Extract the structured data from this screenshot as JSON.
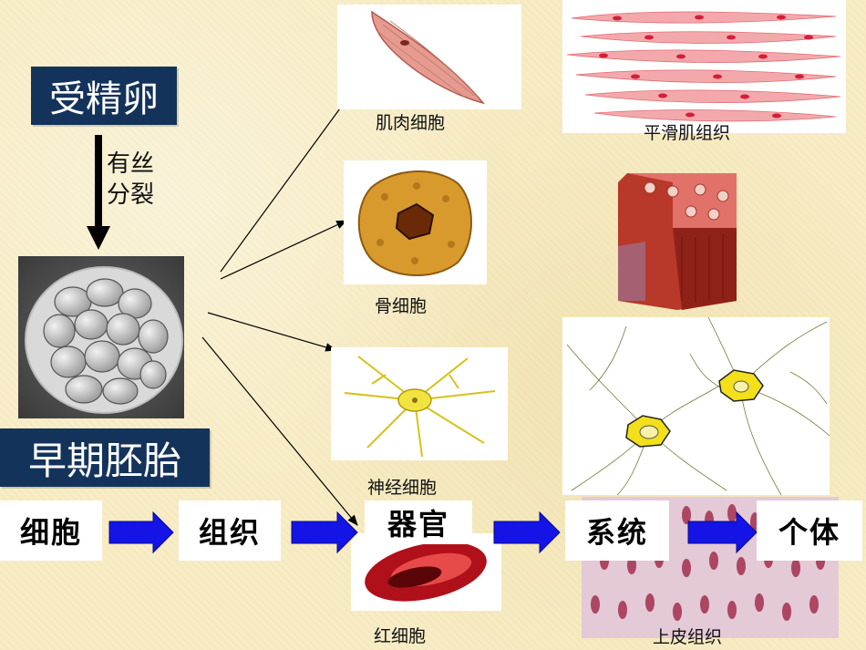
{
  "top": {
    "zygote_label": "受精卵",
    "mitosis_line1": "有丝",
    "mitosis_line2": "分裂",
    "embryo_label": "早期胚胎"
  },
  "cells": {
    "muscle_cell": "肌肉细胞",
    "bone_cell": "骨细胞",
    "nerve_cell": "神经细胞",
    "red_blood_cell": "红细胞"
  },
  "tissues": {
    "smooth_muscle_tissue": "平滑肌组织",
    "epithelial_tissue": "上皮组织"
  },
  "flow": {
    "step1": "细胞",
    "step2": "组织",
    "step3": "器官",
    "step4": "系统",
    "step5": "个体"
  },
  "colors": {
    "background": "#f7ecc4",
    "label_box": "#14335b",
    "flow_arrow": "#1414e6"
  }
}
